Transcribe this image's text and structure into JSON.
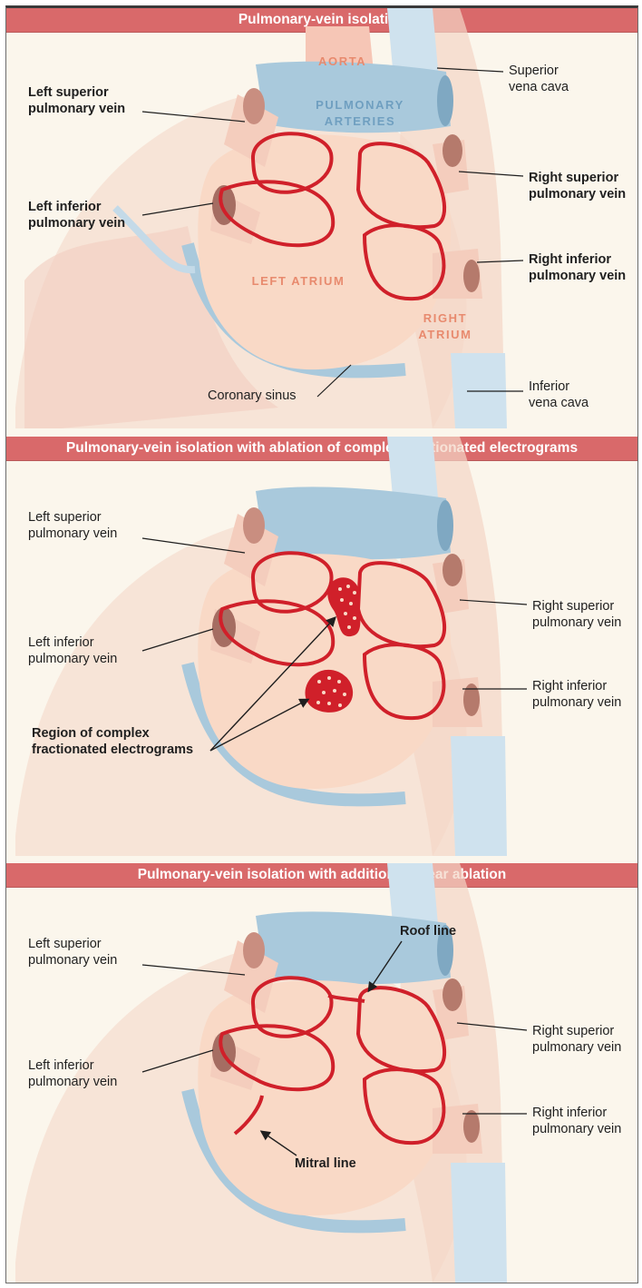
{
  "panels": [
    {
      "title": "Pulmonary-vein isolation",
      "labels": {
        "left_superior_1": "Left superior",
        "left_superior_2": "pulmonary vein",
        "left_inferior_1": "Left inferior",
        "left_inferior_2": "pulmonary vein",
        "right_superior_1": "Right superior",
        "right_superior_2": "pulmonary vein",
        "right_inferior_1": "Right inferior",
        "right_inferior_2": "pulmonary vein",
        "svc_1": "Superior",
        "svc_2": "vena cava",
        "ivc_1": "Inferior",
        "ivc_2": "vena cava",
        "coronary_sinus": "Coronary sinus"
      },
      "organs": {
        "aorta": "AORTA",
        "pulmonary_1": "PULMONARY",
        "pulmonary_2": "ARTERIES",
        "left_atrium": "LEFT ATRIUM",
        "right_atrium_1": "RIGHT",
        "right_atrium_2": "ATRIUM"
      }
    },
    {
      "title": "Pulmonary-vein isolation with ablation of complex fractionated electrograms",
      "labels": {
        "left_superior_1": "Left superior",
        "left_superior_2": "pulmonary vein",
        "left_inferior_1": "Left inferior",
        "left_inferior_2": "pulmonary vein",
        "right_superior_1": "Right superior",
        "right_superior_2": "pulmonary vein",
        "right_inferior_1": "Right inferior",
        "right_inferior_2": "pulmonary vein",
        "cfe_1": "Region of complex",
        "cfe_2": "fractionated electrograms"
      }
    },
    {
      "title": "Pulmonary-vein isolation with additional linear ablation",
      "labels": {
        "left_superior_1": "Left superior",
        "left_superior_2": "pulmonary vein",
        "left_inferior_1": "Left inferior",
        "left_inferior_2": "pulmonary vein",
        "right_superior_1": "Right superior",
        "right_superior_2": "pulmonary vein",
        "right_inferior_1": "Right inferior",
        "right_inferior_2": "pulmonary vein",
        "roof_line": "Roof line",
        "mitral_line": "Mitral line"
      }
    }
  ],
  "colors": {
    "header_bg": "#d9696a",
    "ablation_red": "#d0202a",
    "atrium_fill": "#f9d9c6",
    "vessel_blue": "#a9c9dc",
    "organ_label_red": "#e88a6e",
    "organ_label_blue": "#6f9fc0"
  }
}
